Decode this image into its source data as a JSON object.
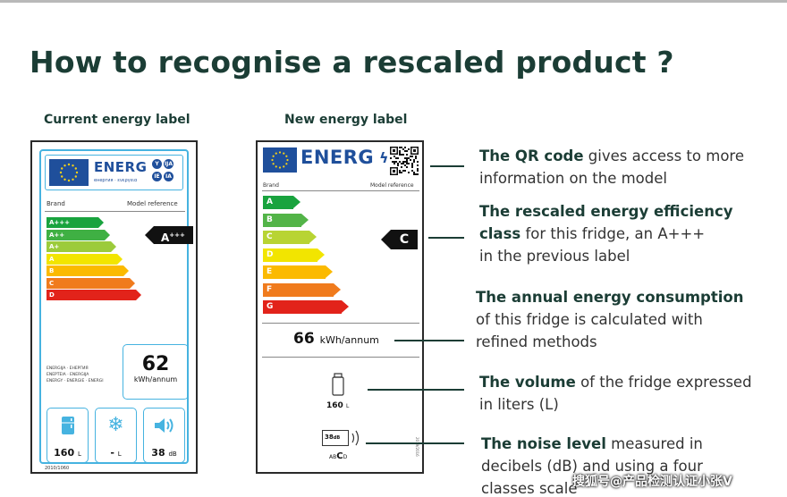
{
  "title": "How to recognise a rescaled product ?",
  "current_label": {
    "heading": "Current energy label",
    "energ_text": "ENERG",
    "energ_sub": "енергия · ενεργεια",
    "class_badges": [
      "Y",
      "IJA",
      "IE",
      "IA"
    ],
    "brand": "Brand",
    "model_reference": "Model reference",
    "classes": [
      "A+++",
      "A++",
      "A+",
      "A",
      "B",
      "C",
      "D"
    ],
    "class_colors": [
      "#19a33e",
      "#3fb043",
      "#9ccb3b",
      "#f2e500",
      "#fbba00",
      "#f07b1d",
      "#e2231a"
    ],
    "rating_base": "A",
    "rating_sup": "+++",
    "languages": [
      "ENERGIJA · ЕНЕРГИЯ",
      "ENEPTEIA · ENERGIJA",
      "ENERGY · ENERGIE · ENERGI"
    ],
    "kwh_value": "62",
    "kwh_unit": "kWh/annum",
    "volume_value": "160",
    "volume_unit": "L",
    "freezer_value": "-",
    "freezer_unit": "L",
    "noise_value": "38",
    "noise_unit": "dB",
    "regulation": "2010/1060"
  },
  "new_label": {
    "heading": "New energy label",
    "energ_text": "ENERG",
    "brand": "Brand",
    "model_reference": "Model reference",
    "classes": [
      "A",
      "B",
      "C",
      "D",
      "E",
      "F",
      "G"
    ],
    "class_colors": [
      "#19a33e",
      "#53b448",
      "#b8d433",
      "#f2e500",
      "#fbba00",
      "#f07b1d",
      "#e2231a"
    ],
    "rating": "C",
    "kwh_value": "66",
    "kwh_unit": "kWh/annum",
    "volume_value": "160",
    "volume_unit": "L",
    "noise_value": "38",
    "noise_unit": "dB",
    "noise_class_before": "AB",
    "noise_class_active": "C",
    "noise_class_after": "D",
    "regulation": "2019/2016"
  },
  "callouts": [
    {
      "bold": "The QR code",
      "lines": [
        " gives access to more",
        "information on the model"
      ]
    },
    {
      "bold": "The rescaled energy efficiency",
      "lines": [
        "class",
        " for this fridge, an A+++",
        "in the previous label"
      ]
    },
    {
      "bold": "The annual energy consumption",
      "lines": [
        "of this fridge is calculated with",
        "refined methods"
      ]
    },
    {
      "bold": "The volume",
      "lines": [
        " of the fridge expressed",
        "in liters (L)"
      ]
    },
    {
      "bold": "The noise level",
      "lines": [
        " measured in",
        "decibels (dB) and using a four",
        "classes scale"
      ]
    }
  ],
  "watermark": "搜狐号@产品检测认证小张V"
}
